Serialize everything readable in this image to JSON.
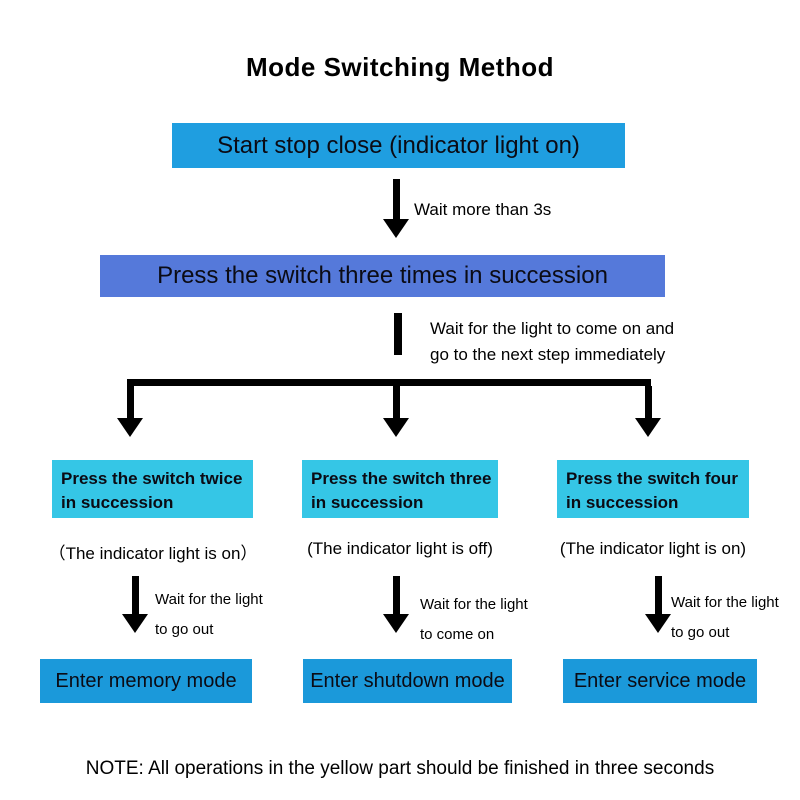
{
  "title": "Mode Switching Method",
  "colors": {
    "start_box": "#1f9ee0",
    "press_box": "#5579da",
    "branch_box": "#35c6e6",
    "enter_box": "#1b99da"
  },
  "flow": {
    "start_box": "Start stop close (indicator light on)",
    "wait_first": "Wait more than 3s",
    "press_box": "Press the switch three times in succession",
    "wait_second_line1": "Wait for the light to come on and",
    "wait_second_line2": "go to the next step immediately"
  },
  "branches": [
    {
      "press": "Press the switch twice in succession",
      "indicator": "（The indicator light is on）",
      "wait_line1": "Wait for the light",
      "wait_line2": "to go out",
      "result": "Enter memory mode"
    },
    {
      "press": "Press the switch three in succession",
      "indicator": "(The indicator light is off)",
      "wait_line1": "Wait for the light",
      "wait_line2": "to come on",
      "result": "Enter shutdown mode"
    },
    {
      "press": "Press the switch four in succession",
      "indicator": "(The indicator light is on)",
      "wait_line1": "Wait for the light",
      "wait_line2": "to go out",
      "result": "Enter service mode"
    }
  ],
  "note": "NOTE: All operations in the yellow part should be finished in three seconds"
}
